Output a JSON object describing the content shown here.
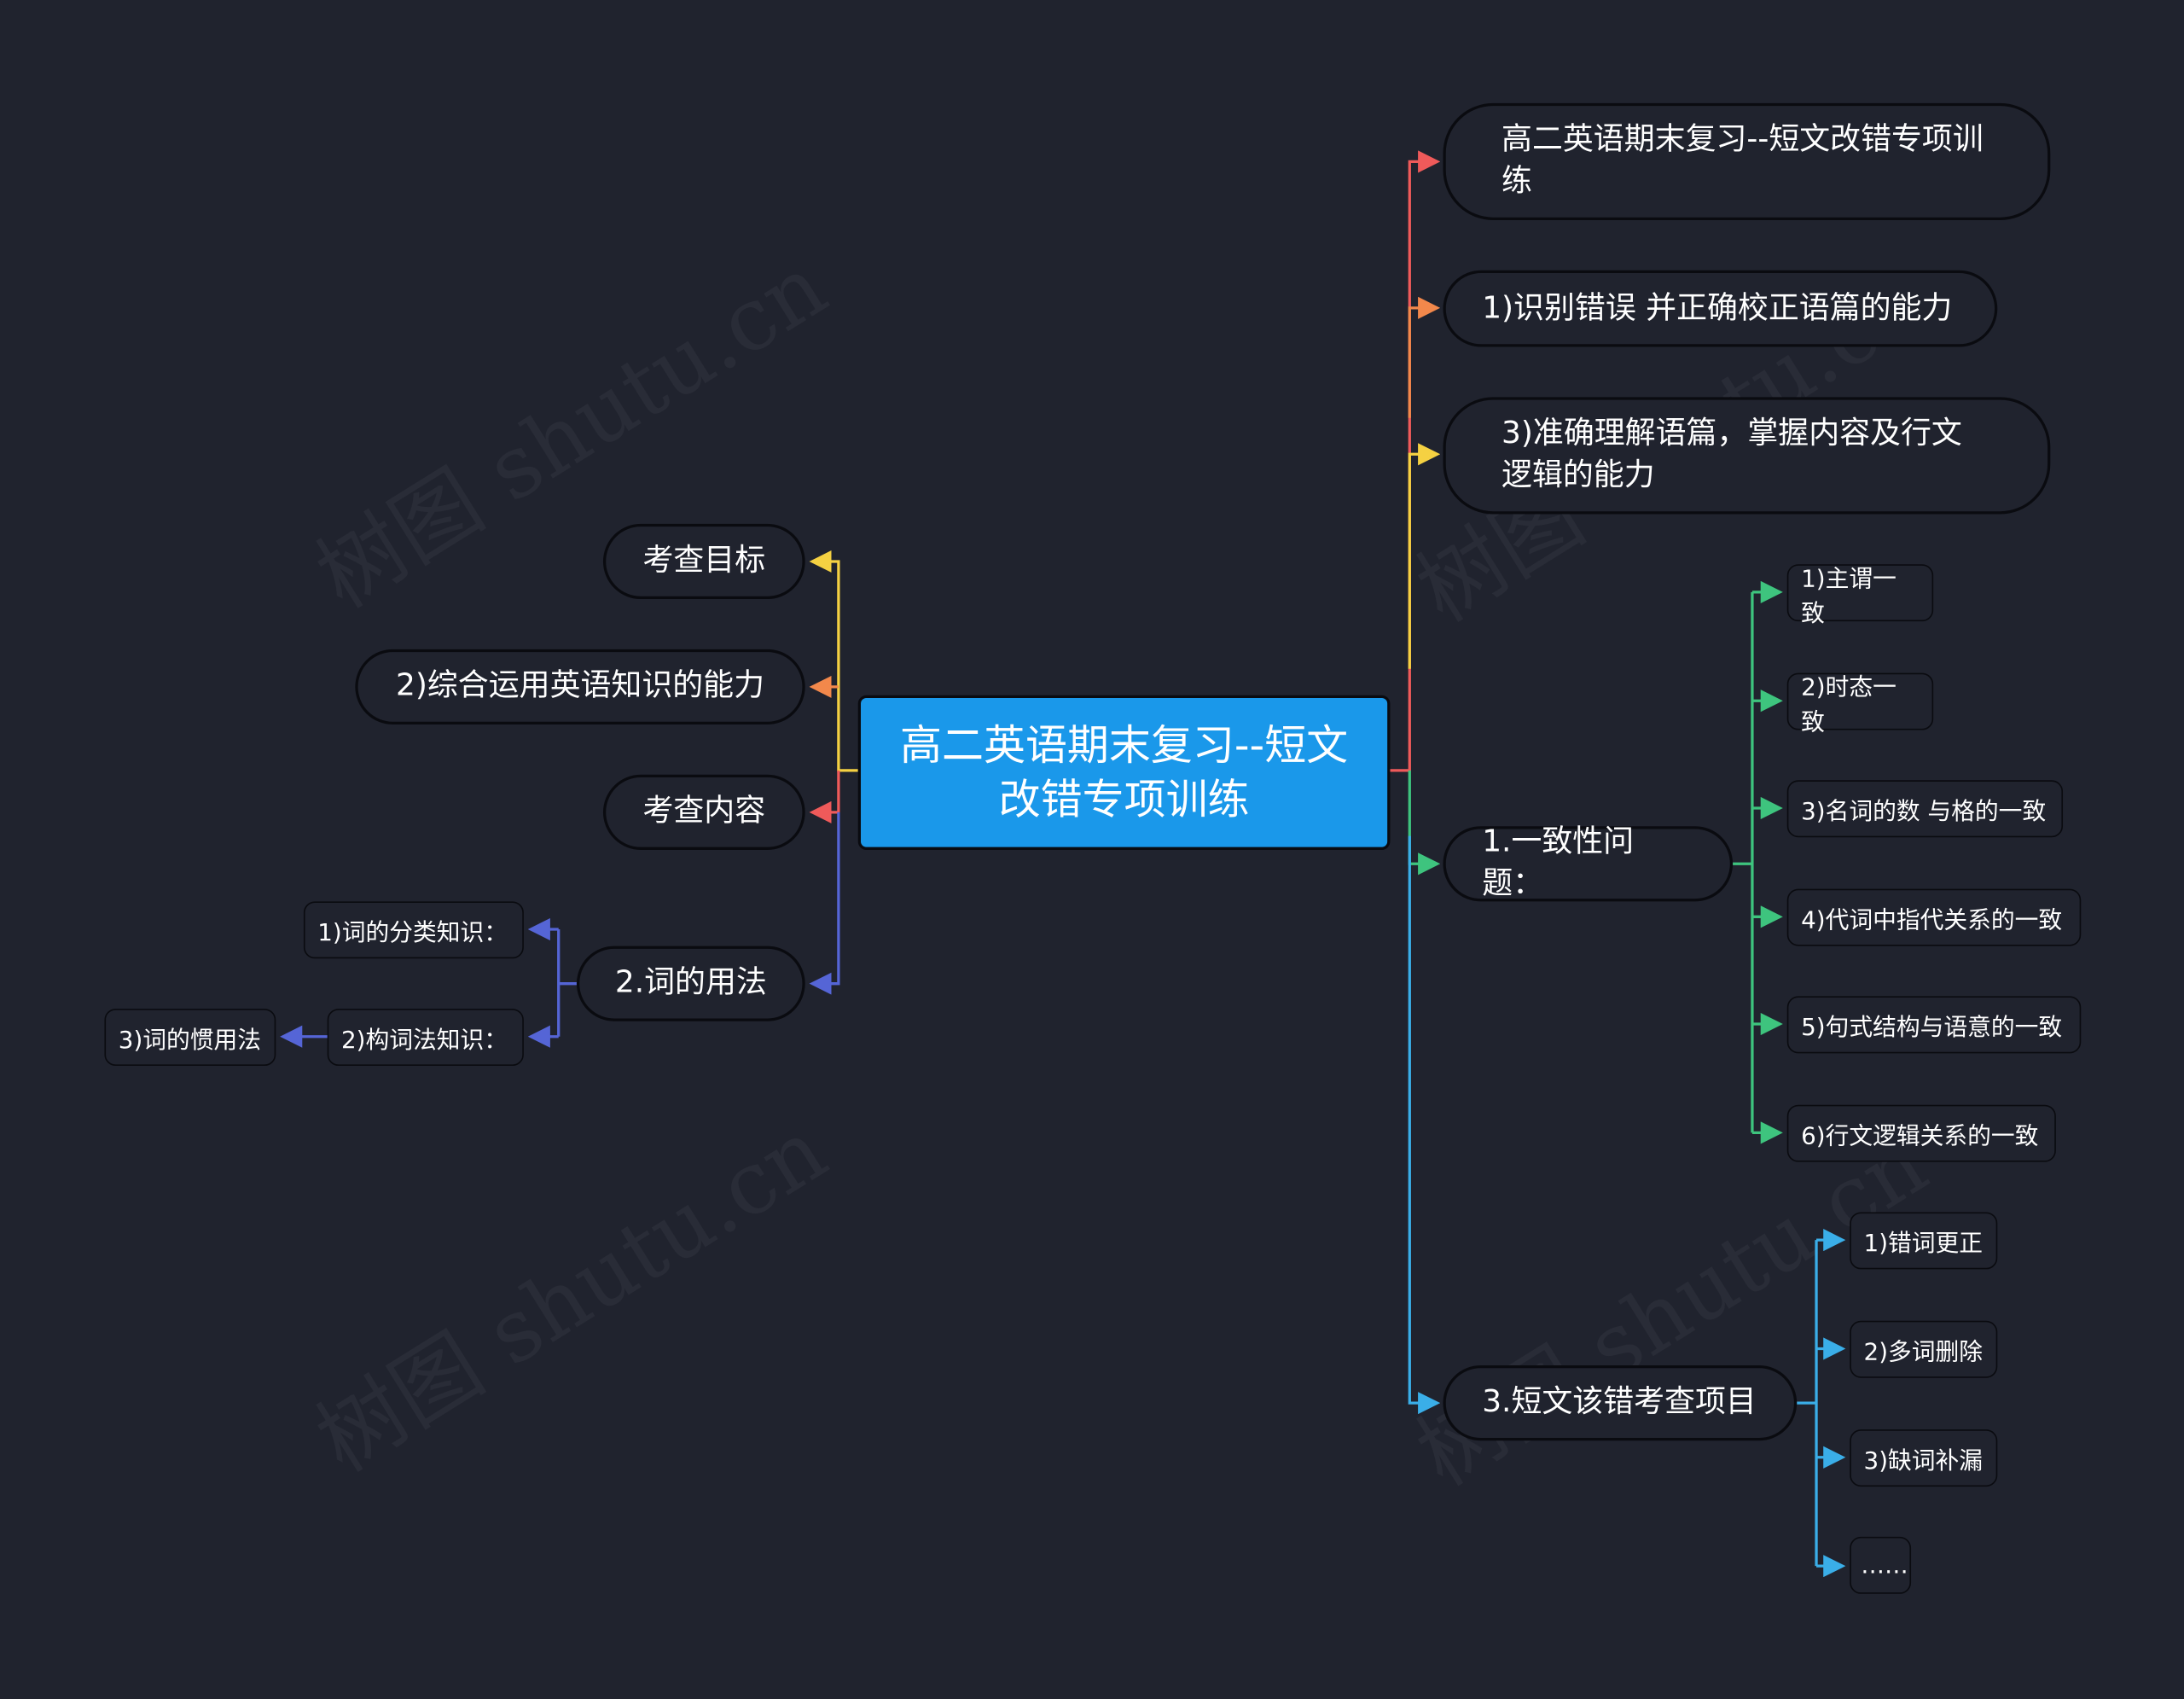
{
  "colors": {
    "background": "#20232e",
    "root_fill": "#1a98ea",
    "red": "#ef5a5a",
    "orange": "#f2884b",
    "yellow": "#f5d142",
    "green": "#3ec47e",
    "cyan": "#3aaee8",
    "indigo": "#5565d6"
  },
  "watermark": "树图 shutu.cn",
  "root": {
    "label": "高二英语期末复习--短文改错专项训练"
  },
  "right": {
    "title": "高二英语期末复习--短文改错专项训练",
    "ability_1": "1)识别错误 并正确校正语篇的能力",
    "ability_3": "3)准确理解语篇，掌握内容及行文逻辑的能力",
    "consistency": {
      "label": "1.一致性问题：",
      "items": [
        "1)主谓一致",
        "2)时态一致",
        "3)名词的数 与格的一致",
        "4)代词中指代关系的一致",
        "5)句式结构与语意的一致",
        "6)行文逻辑关系的一致"
      ]
    },
    "projects": {
      "label": "3.短文该错考查项目",
      "items": [
        "1)错词更正",
        "2)多词删除",
        "3)缺词补漏",
        "……"
      ]
    }
  },
  "left": {
    "goal": "考查目标",
    "ability_2": "2)综合运用英语知识的能力",
    "content": "考查内容",
    "usage": {
      "label": "2.词的用法",
      "items": [
        "1)词的分类知识：",
        "2)构词法知识："
      ],
      "sub": "3)词的惯用法"
    }
  }
}
